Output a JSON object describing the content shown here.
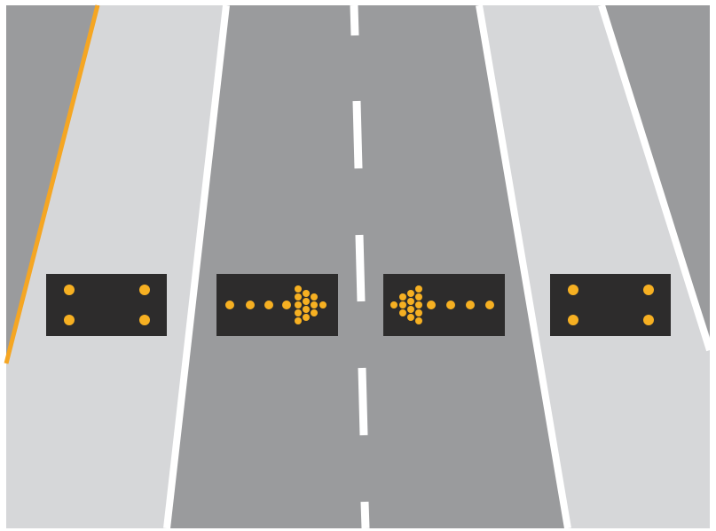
{
  "colors": {
    "background": "#ffffff",
    "pavement": "#9a9b9d",
    "shoulder": "#d6d7d9",
    "lane_line": "#ffffff",
    "edge_line": "#f5a623",
    "sign_body": "#2d2c2c",
    "sign_light": "#f6b022"
  },
  "signs": [
    {
      "id": "caution-left",
      "mode": "caution",
      "icon": "four-corner-lights"
    },
    {
      "id": "arrow-right",
      "mode": "arrow",
      "direction": "right",
      "icon": "right-arrow-lights"
    },
    {
      "id": "arrow-left",
      "mode": "arrow",
      "direction": "left",
      "icon": "left-arrow-lights"
    },
    {
      "id": "caution-right",
      "mode": "caution",
      "icon": "four-corner-lights"
    }
  ]
}
